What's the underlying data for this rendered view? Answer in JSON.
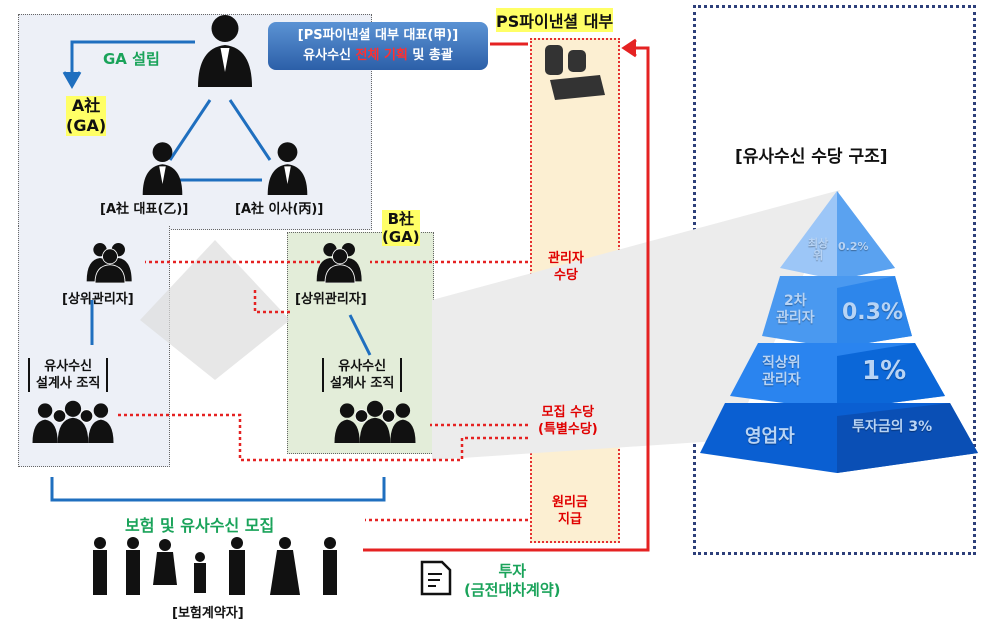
{
  "title_box": {
    "line1": "[PS파이낸셜 대부 대표(甲)]",
    "line2_a": "유사수신 ",
    "line2_b": "전체 기획",
    "line2_c": " 및 총괄"
  },
  "ps_label": "PS파이낸셜 대부",
  "ga_setup": "GA 설립",
  "a_company": {
    "line1": "A社",
    "line2": "(GA)"
  },
  "a_rep": "[A社 대표(乙)]",
  "a_director": "[A社 이사(丙)]",
  "b_company": {
    "line1": "B社",
    "line2": "(GA)"
  },
  "upper_manager_left": "[상위관리자]",
  "upper_manager_right": "[상위관리자]",
  "org_left": {
    "line1": "유사수신",
    "line2": "설계사 조직"
  },
  "org_right": {
    "line1": "유사수신",
    "line2": "설계사 조직"
  },
  "column": {
    "manager_fee": {
      "l1": "관리자",
      "l2": "수당"
    },
    "recruit_fee": {
      "l1": "모집 수당",
      "l2": "(특별수당)"
    },
    "principal": {
      "l1": "원리금",
      "l2": "지급"
    }
  },
  "recruit_title": "보험 및 유사수신 모집",
  "policyholders": "[보험계약자]",
  "invest": {
    "l1": "투자",
    "l2": "(금전대차계약)"
  },
  "pyramid": {
    "title": "[유사수신 수당 구조]",
    "levels": [
      {
        "name_l1": "최상",
        "name_l2": "위",
        "rate": "0.2%"
      },
      {
        "name_l1": "2차",
        "name_l2": "관리자",
        "rate": "0.3%"
      },
      {
        "name_l1": "직상위",
        "name_l2": "관리자",
        "rate": "1%"
      },
      {
        "name_l1": "영업자",
        "name_l2": "",
        "rate": "투자금의 3%"
      }
    ]
  },
  "colors": {
    "blue_arrow": "#1f6fbf",
    "red_arrow": "#e52222",
    "green_text": "#1aa35a",
    "yellow": "#ffff66"
  }
}
